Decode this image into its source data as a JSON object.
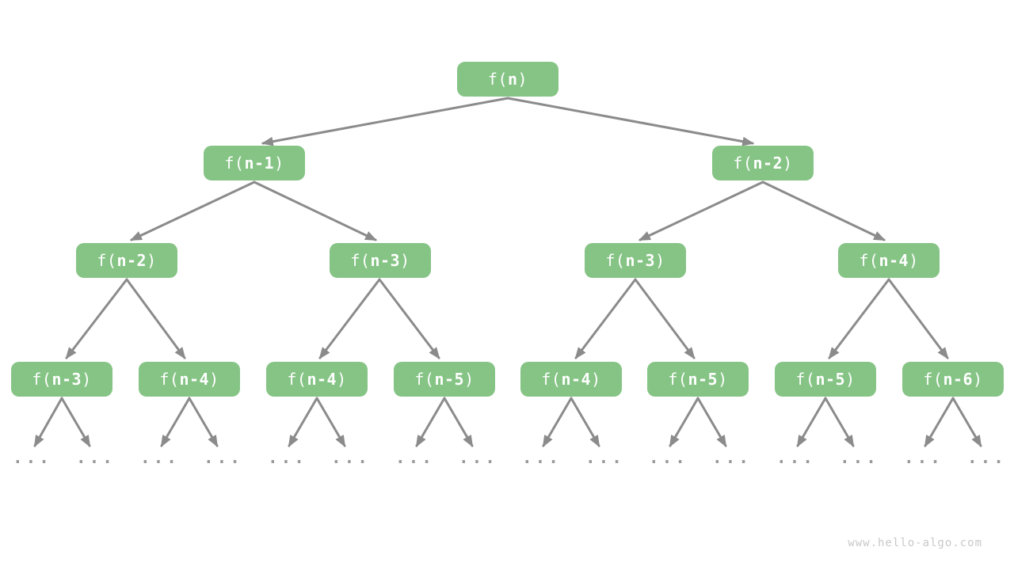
{
  "diagram": {
    "type": "recursion-tree",
    "ellipsis": "...",
    "watermark": "www.hello-algo.com",
    "colors": {
      "background": "#ffffff",
      "node_fill": "#86C486",
      "node_text": "#ffffff",
      "edge": "#8B8B8B",
      "dots": "#999999",
      "watermark": "#C9C9C9"
    },
    "levels": [
      {
        "nodes": [
          {
            "prefix": "f(",
            "arg": "n",
            "suffix": ")"
          }
        ]
      },
      {
        "nodes": [
          {
            "prefix": "f(",
            "arg": "n-1",
            "suffix": ")"
          },
          {
            "prefix": "f(",
            "arg": "n-2",
            "suffix": ")"
          }
        ]
      },
      {
        "nodes": [
          {
            "prefix": "f(",
            "arg": "n-2",
            "suffix": ")"
          },
          {
            "prefix": "f(",
            "arg": "n-3",
            "suffix": ")"
          },
          {
            "prefix": "f(",
            "arg": "n-3",
            "suffix": ")"
          },
          {
            "prefix": "f(",
            "arg": "n-4",
            "suffix": ")"
          }
        ]
      },
      {
        "nodes": [
          {
            "prefix": "f(",
            "arg": "n-3",
            "suffix": ")"
          },
          {
            "prefix": "f(",
            "arg": "n-4",
            "suffix": ")"
          },
          {
            "prefix": "f(",
            "arg": "n-4",
            "suffix": ")"
          },
          {
            "prefix": "f(",
            "arg": "n-5",
            "suffix": ")"
          },
          {
            "prefix": "f(",
            "arg": "n-4",
            "suffix": ")"
          },
          {
            "prefix": "f(",
            "arg": "n-5",
            "suffix": ")"
          },
          {
            "prefix": "f(",
            "arg": "n-5",
            "suffix": ")"
          },
          {
            "prefix": "f(",
            "arg": "n-6",
            "suffix": ")"
          }
        ]
      }
    ]
  }
}
